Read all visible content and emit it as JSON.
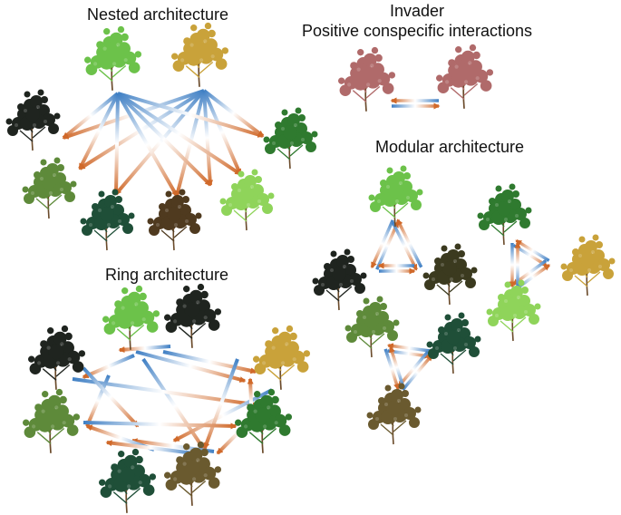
{
  "titles": {
    "nested": "Nested architecture",
    "invader_line1": "Invader",
    "invader_line2": "Positive conspecific interactions",
    "modular": "Modular architecture",
    "ring": "Ring architecture"
  },
  "colors": {
    "arrow_blue": "#3f7fc4",
    "arrow_orange": "#d0692a",
    "arrow_mid": "#ffffff",
    "stem": "#6a4a2a",
    "plants": {
      "bright_green": "#6cc24a",
      "olive_yellow": "#c9a23a",
      "black": "#1f241f",
      "dark_green": "#2f7a2f",
      "moss_green": "#5e8a3a",
      "teal_dark": "#1f4f38",
      "brown_dark": "#4f3a1f",
      "light_green": "#8fd45a",
      "mauve": "#b06a6a",
      "dark_olive": "#3b3a1f",
      "olive_brown": "#6a5a2f"
    }
  },
  "icons": {
    "plant": "shrub-icon",
    "arrow": "gradient-arrow"
  }
}
